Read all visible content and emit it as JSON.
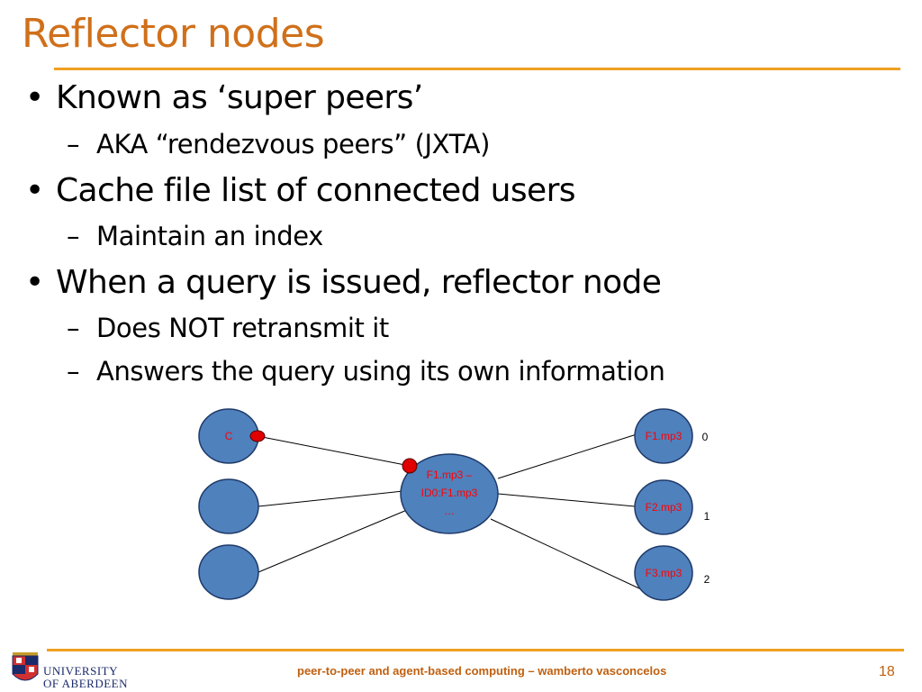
{
  "slide": {
    "title": "Reflector nodes",
    "bullets": [
      {
        "text": "Known as ‘super peers’",
        "sub": [
          "AKA “rendezvous peers” (JXTA)"
        ]
      },
      {
        "text": "Cache file list of connected users",
        "sub": [
          "Maintain an index"
        ]
      },
      {
        "text": "When a query is issued, reflector node",
        "sub": [
          "Does NOT retransmit it",
          "Answers the query using its own information"
        ]
      }
    ],
    "bullet_mark": "•",
    "sub_mark": "–"
  },
  "diagram": {
    "left_nodes": [
      {
        "label": "C"
      },
      {
        "label": ""
      },
      {
        "label": ""
      }
    ],
    "center_node": {
      "lines": [
        "F1.mp3 –",
        "ID0:F1.mp3",
        "…"
      ]
    },
    "right_nodes": [
      {
        "label": "F1.mp3",
        "id": "0"
      },
      {
        "label": "F2.mp3",
        "id": "1"
      },
      {
        "label": "F3.mp3",
        "id": "2"
      }
    ],
    "colors": {
      "node_fill": "#4f81bd",
      "node_stroke": "#1f3a68",
      "label": "#ff0000",
      "marker": "#e00000"
    }
  },
  "footer": {
    "university_line1": "UNIVERSITY",
    "university_line2": "OF ABERDEEN",
    "course": "peer-to-peer and agent-based computing – wamberto vasconcelos",
    "page": "18"
  },
  "theme": {
    "title_color": "#d0701a",
    "rule_color": "#f0a020",
    "footer_color": "#c06010"
  }
}
